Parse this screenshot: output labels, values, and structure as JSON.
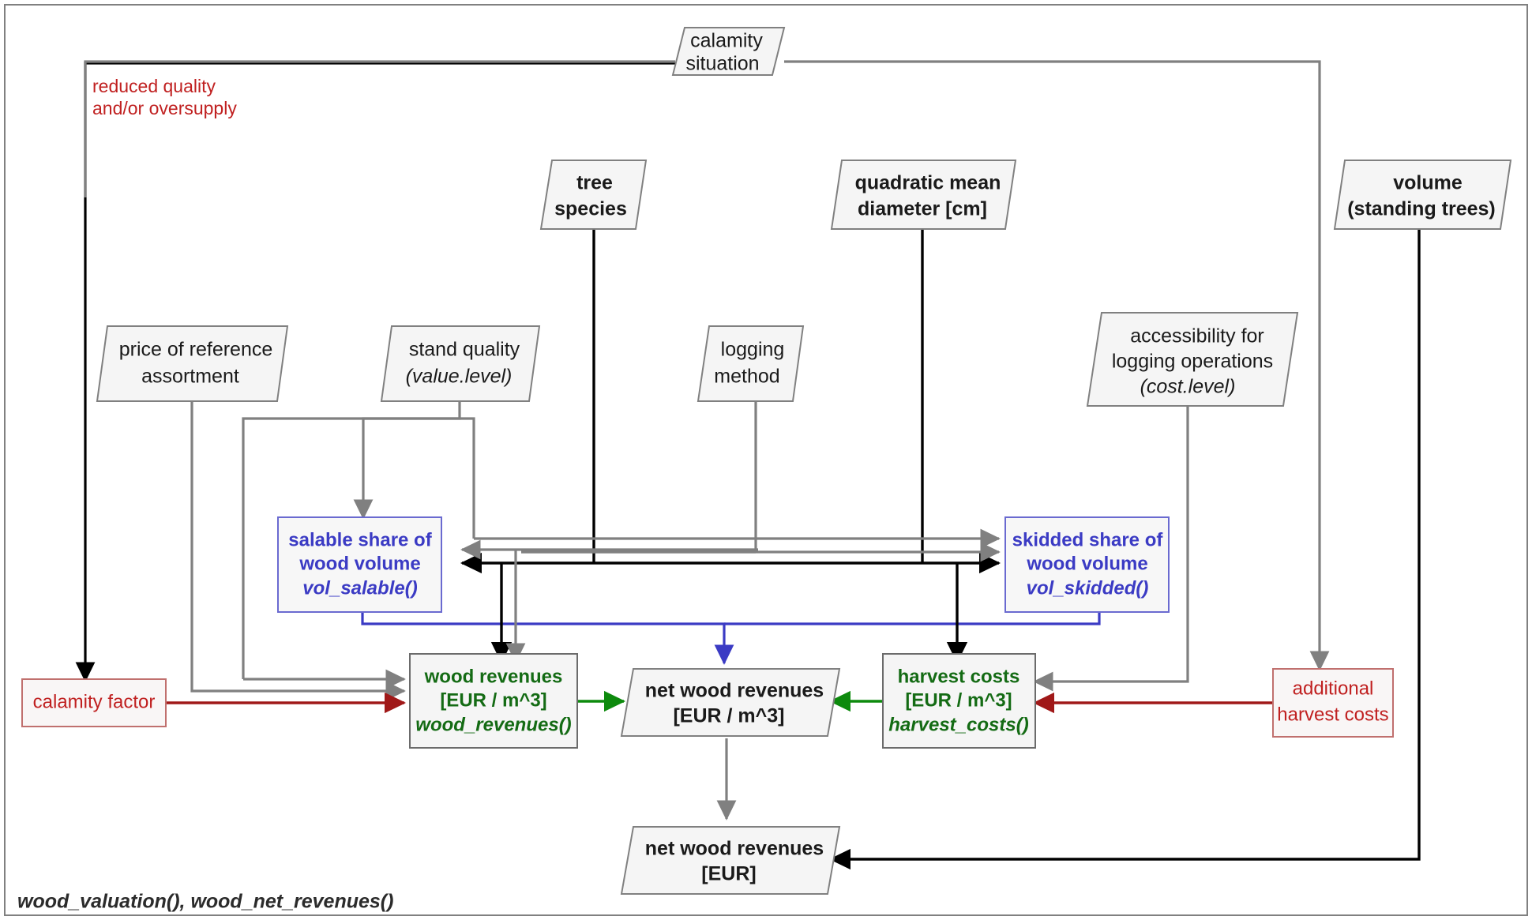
{
  "diagram": {
    "title_footnote": "wood_valuation(), wood_net_revenues()",
    "annotation_note_line1": "reduced quality",
    "annotation_note_line2": "and/or oversupply",
    "colors": {
      "black": "#000000",
      "gray": "#808080",
      "blue": "#3b3bc4",
      "green": "#0d8a0d",
      "dark_red": "#a01818",
      "red_text": "#c02020",
      "node_fill": "#f5f5f5",
      "node_stroke": "#808080"
    },
    "nodes": {
      "calamity_situation": {
        "line1": "calamity",
        "line2": "situation",
        "shape": "parallelogram"
      },
      "tree_species": {
        "line1": "tree",
        "line2": "species",
        "shape": "parallelogram"
      },
      "quadratic_mean_diameter": {
        "line1": "quadratic mean",
        "line2": "diameter [cm]",
        "shape": "parallelogram"
      },
      "volume_standing_trees": {
        "line1": "volume",
        "line2": "(standing trees)",
        "shape": "parallelogram"
      },
      "price_reference_assortment": {
        "line1": "price of reference",
        "line2": "assortment",
        "shape": "parallelogram"
      },
      "stand_quality": {
        "line1": "stand quality",
        "line2": "(value.level)",
        "shape": "parallelogram"
      },
      "logging_method": {
        "line1": "logging",
        "line2": "method",
        "shape": "parallelogram"
      },
      "accessibility": {
        "line1": "accessibility for",
        "line2": "logging operations",
        "line3": "(cost.level)",
        "shape": "parallelogram"
      },
      "vol_salable": {
        "line1": "salable share of",
        "line2": "wood volume",
        "line3": "vol_salable()",
        "shape": "rect"
      },
      "vol_skidded": {
        "line1": "skidded share of",
        "line2": "wood volume",
        "line3": "vol_skidded()",
        "shape": "rect"
      },
      "wood_revenues": {
        "line1": "wood revenues",
        "line2": "[EUR / m^3]",
        "line3": "wood_revenues()",
        "shape": "rect"
      },
      "harvest_costs": {
        "line1": "harvest costs",
        "line2": "[EUR / m^3]",
        "line3": "harvest_costs()",
        "shape": "rect"
      },
      "net_wood_revenues_m3": {
        "line1": "net wood revenues",
        "line2": "[EUR / m^3]",
        "shape": "parallelogram"
      },
      "net_wood_revenues_eur": {
        "line1": "net wood revenues",
        "line2": "[EUR]",
        "shape": "parallelogram"
      },
      "calamity_factor": {
        "line1": "calamity factor",
        "shape": "rect"
      },
      "additional_harvest_costs": {
        "line1": "additional",
        "line2": "harvest costs",
        "shape": "rect"
      }
    },
    "edges": [
      {
        "from": "calamity_situation",
        "to": "calamity_factor",
        "color": "black"
      },
      {
        "from": "calamity_situation",
        "to": "additional_harvest_costs",
        "color": "gray"
      },
      {
        "from": "tree_species",
        "to": "vol_salable",
        "color": "black"
      },
      {
        "from": "tree_species",
        "to": "vol_skidded",
        "color": "black"
      },
      {
        "from": "quadratic_mean_diameter",
        "to": "vol_skidded",
        "color": "black"
      },
      {
        "from": "price_reference_assortment",
        "to": "wood_revenues",
        "color": "gray"
      },
      {
        "from": "stand_quality",
        "to": "vol_salable",
        "color": "gray"
      },
      {
        "from": "stand_quality",
        "to": "wood_revenues",
        "color": "gray"
      },
      {
        "from": "logging_method",
        "to": "vol_skidded",
        "color": "gray"
      },
      {
        "from": "accessibility",
        "to": "harvest_costs",
        "color": "gray"
      },
      {
        "from": "vol_salable",
        "to": "net_wood_revenues_m3",
        "color": "blue"
      },
      {
        "from": "vol_skidded",
        "to": "net_wood_revenues_m3",
        "color": "blue"
      },
      {
        "from": "vol_salable",
        "to": "wood_revenues",
        "color": "black"
      },
      {
        "from": "vol_skidded",
        "to": "harvest_costs",
        "color": "black"
      },
      {
        "from": "calamity_factor",
        "to": "wood_revenues",
        "color": "dark_red"
      },
      {
        "from": "additional_harvest_costs",
        "to": "harvest_costs",
        "color": "dark_red"
      },
      {
        "from": "wood_revenues",
        "to": "net_wood_revenues_m3",
        "color": "green"
      },
      {
        "from": "harvest_costs",
        "to": "net_wood_revenues_m3",
        "color": "green"
      },
      {
        "from": "net_wood_revenues_m3",
        "to": "net_wood_revenues_eur",
        "color": "gray"
      },
      {
        "from": "volume_standing_trees",
        "to": "net_wood_revenues_eur",
        "color": "black"
      }
    ]
  }
}
